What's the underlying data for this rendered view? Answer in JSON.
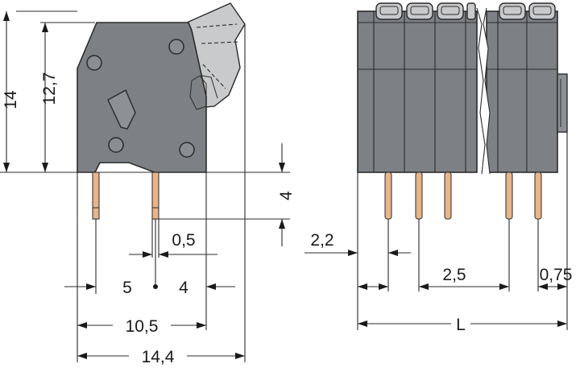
{
  "labels": {
    "height_total": "14",
    "height_body": "12,7",
    "pin_length": "4",
    "pin_width": "0,5",
    "pitch_left": "5",
    "pitch_right": "4",
    "width_inner": "10,5",
    "width_total": "14,4",
    "side_offset": "2,2",
    "side_pitch": "2,5",
    "side_end": "0,75",
    "length": "L"
  },
  "colors": {
    "housing": "#7d8084",
    "pin": "#e8b48a",
    "lever": "#c8cacc",
    "line": "#2b2b2b"
  }
}
